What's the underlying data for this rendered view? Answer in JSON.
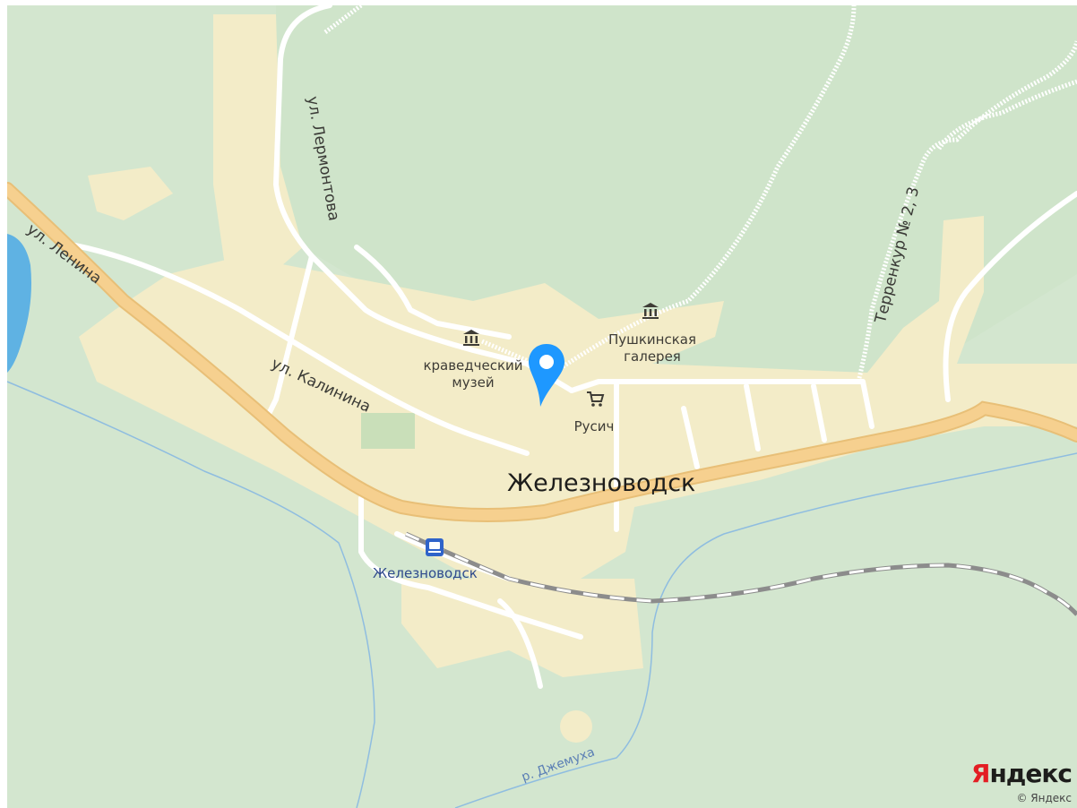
{
  "map": {
    "streets": [
      {
        "id": "lenina",
        "text": "ул. Ленина"
      },
      {
        "id": "lermontova",
        "text": "ул. Лермонтова"
      },
      {
        "id": "kalinina",
        "text": "ул. Калинина"
      },
      {
        "id": "terrenkur",
        "text": "Терренкур № 2, 3"
      }
    ],
    "pois": [
      {
        "id": "museum",
        "line1": "краведческий",
        "line2": "музей",
        "icon": "museum-icon"
      },
      {
        "id": "gallery",
        "line1": "Пушкинская",
        "line2": "галерея",
        "icon": "museum-icon"
      },
      {
        "id": "shop",
        "line1": "Русич",
        "icon": "shopping-cart-icon"
      }
    ],
    "city": "Железноводск",
    "station": {
      "name": "Железноводск",
      "icon": "railway-station-icon"
    },
    "river": "р. Джемуха",
    "marker": {
      "icon": "location-pin-icon",
      "color": "#1e98ff"
    },
    "attribution": {
      "logo_first": "Я",
      "logo_rest": "ндекс",
      "copyright": "© Яндекс"
    },
    "colors": {
      "land": "#d3e6cf",
      "urban": "#f3ecc8",
      "main_road": "#f6d08f",
      "water": "#5fb2e3",
      "railway": "#8c8c8c"
    }
  }
}
